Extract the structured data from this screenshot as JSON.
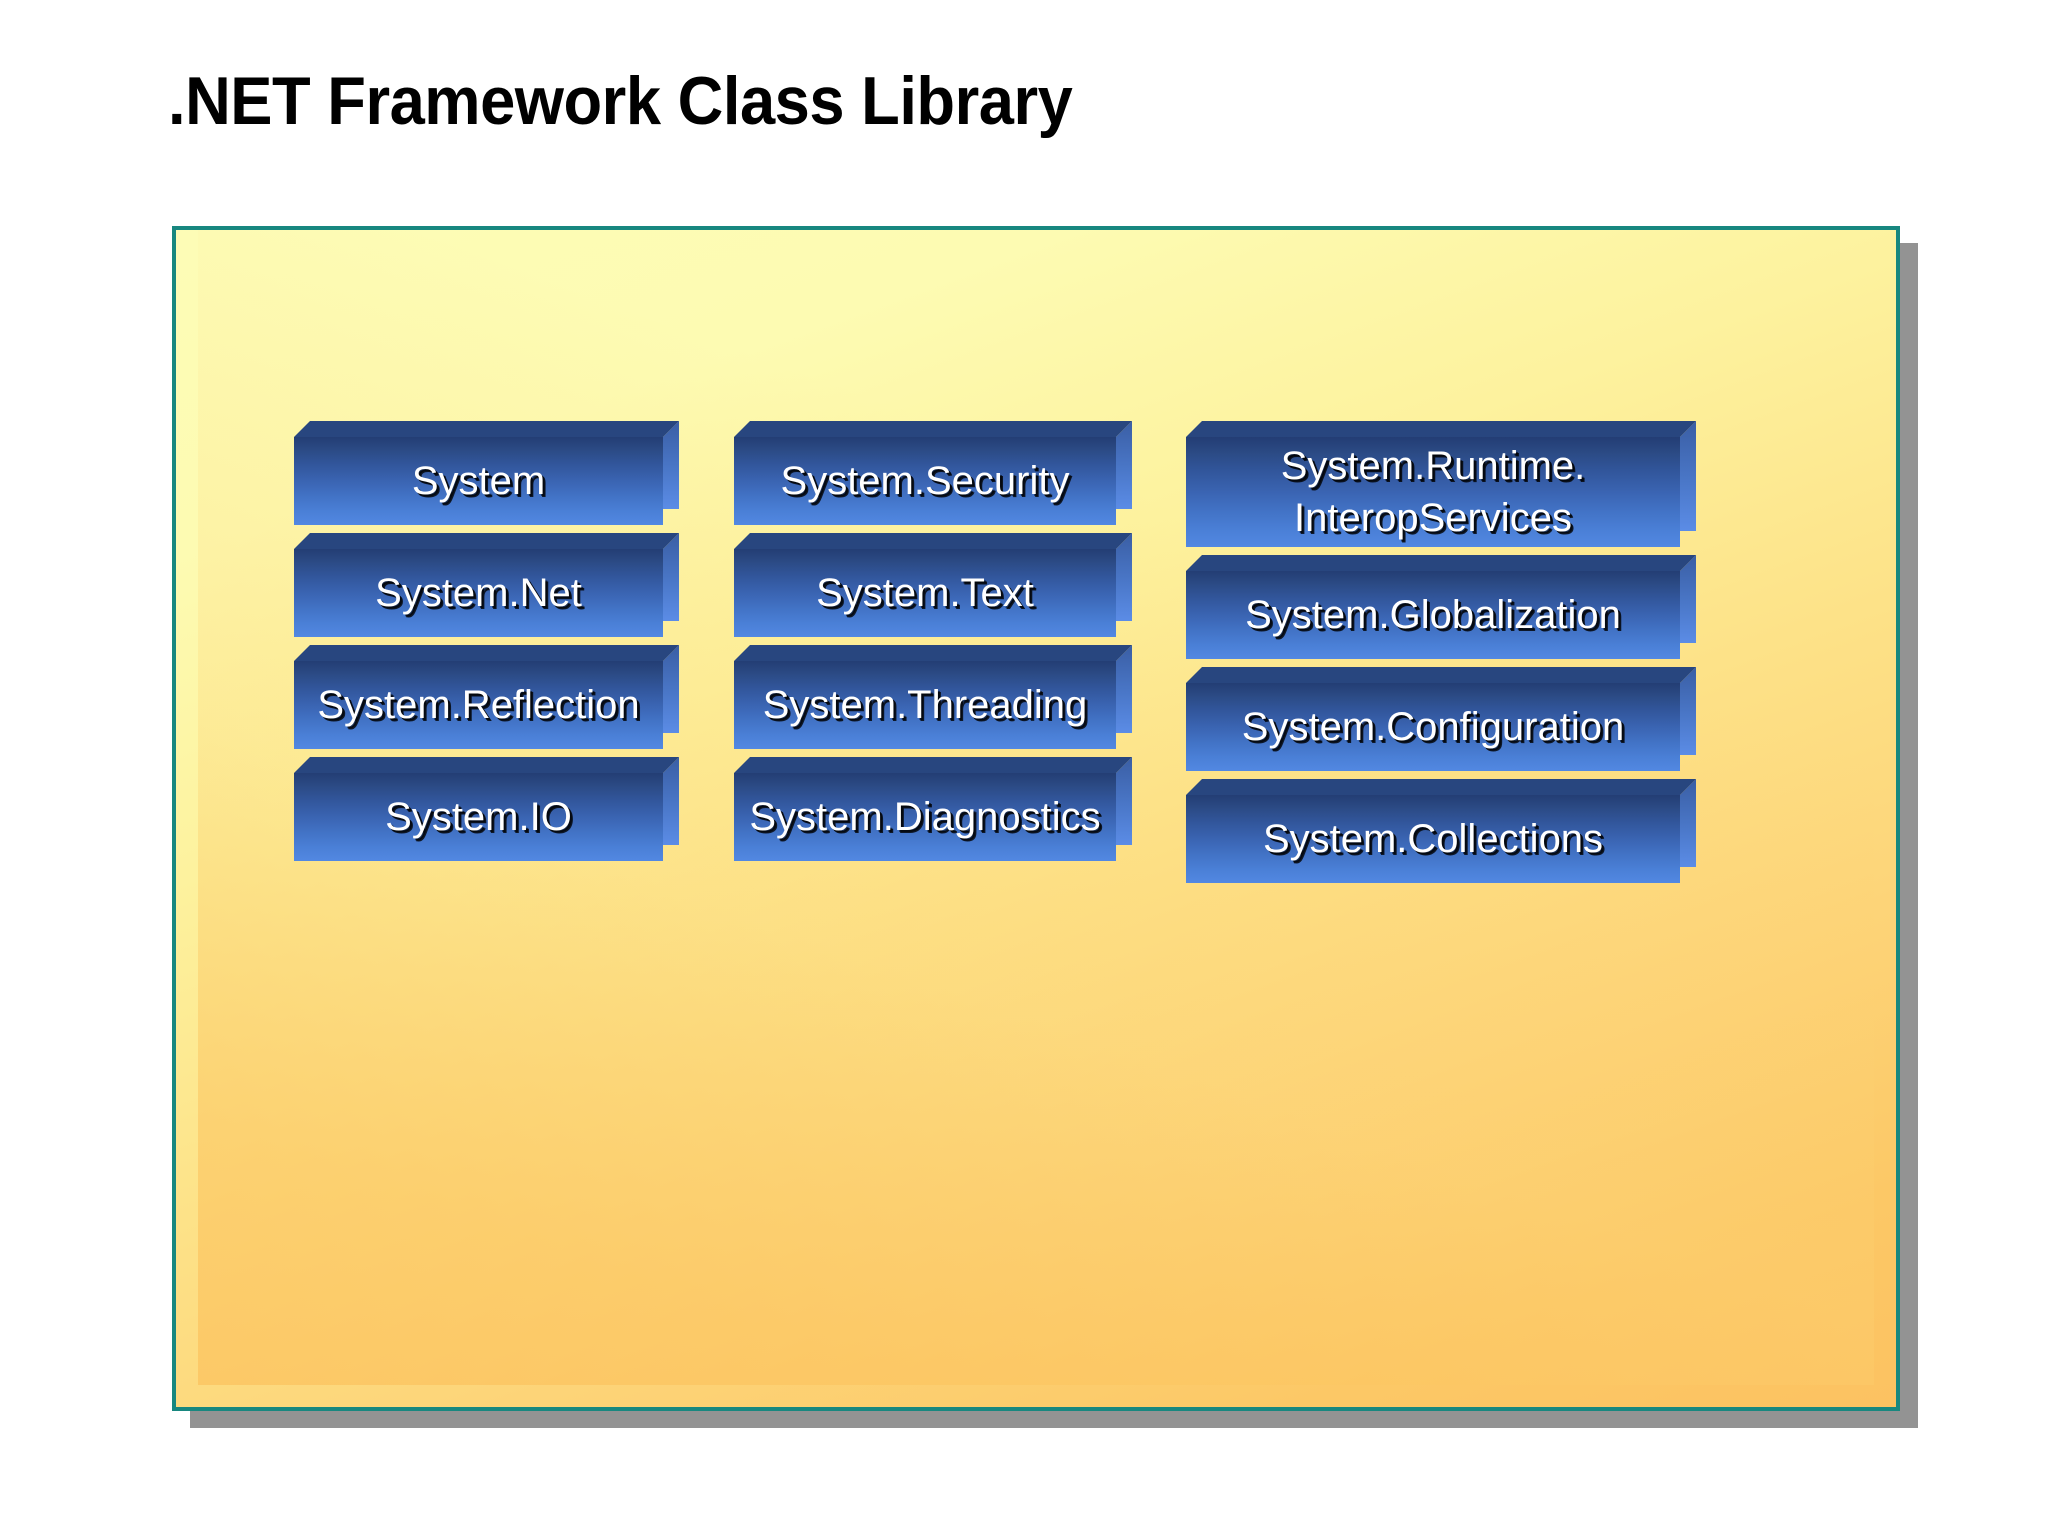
{
  "slide": {
    "title": ".NET Framework Class Library",
    "title_color": "#000000",
    "background_color": "#ffffff"
  },
  "panel": {
    "border_color": "#18877f",
    "gradient_from": "#fdfcb6",
    "gradient_to": "#fcc261",
    "shadow_color": "#939393"
  },
  "block_style": {
    "face_top_color": "#233d74",
    "face_bottom_color": "#5288e2",
    "bevel_color": "#28467f",
    "label_color": "#ffffff"
  },
  "diagram": {
    "columns": [
      {
        "name": "column-1",
        "blocks": [
          {
            "label": "System",
            "lines": 1,
            "height": 104
          },
          {
            "label": "System.Net",
            "lines": 1,
            "height": 104
          },
          {
            "label": "System.Reflection",
            "lines": 1,
            "height": 104
          },
          {
            "label": "System.IO",
            "lines": 1,
            "height": 104
          }
        ]
      },
      {
        "name": "column-2",
        "blocks": [
          {
            "label": "System.Security",
            "lines": 1,
            "height": 104
          },
          {
            "label": "System.Text",
            "lines": 1,
            "height": 104
          },
          {
            "label": "System.Threading",
            "lines": 1,
            "height": 104
          },
          {
            "label": "System.Diagnostics",
            "lines": 1,
            "height": 104
          }
        ]
      },
      {
        "name": "column-3",
        "blocks": [
          {
            "label": "System.Runtime.\nInteropServices",
            "lines": 2,
            "height": 126
          },
          {
            "label": "System.Globalization",
            "lines": 1,
            "height": 104
          },
          {
            "label": "System.Configuration",
            "lines": 1,
            "height": 104
          },
          {
            "label": "System.Collections",
            "lines": 1,
            "height": 104
          }
        ]
      }
    ]
  }
}
